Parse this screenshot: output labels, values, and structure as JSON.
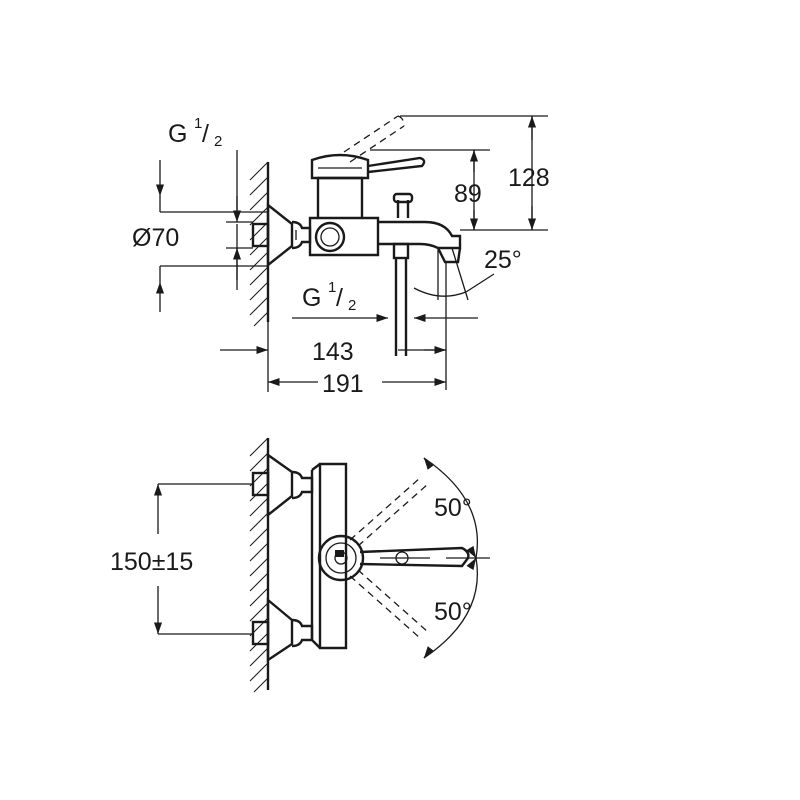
{
  "top_view": {
    "thread_top_base": "G",
    "thread_top_sup": "1",
    "thread_top_sub": "2",
    "diameter": "Ø70",
    "height_89": "89",
    "height_128": "128",
    "angle": "25°",
    "thread_bottom_base": "G",
    "thread_bottom_sup": "1",
    "thread_bottom_sub": "2",
    "width_143": "143",
    "width_191": "191"
  },
  "bottom_view": {
    "spacing": "150±15",
    "angle_up": "50°",
    "angle_down": "50°"
  }
}
